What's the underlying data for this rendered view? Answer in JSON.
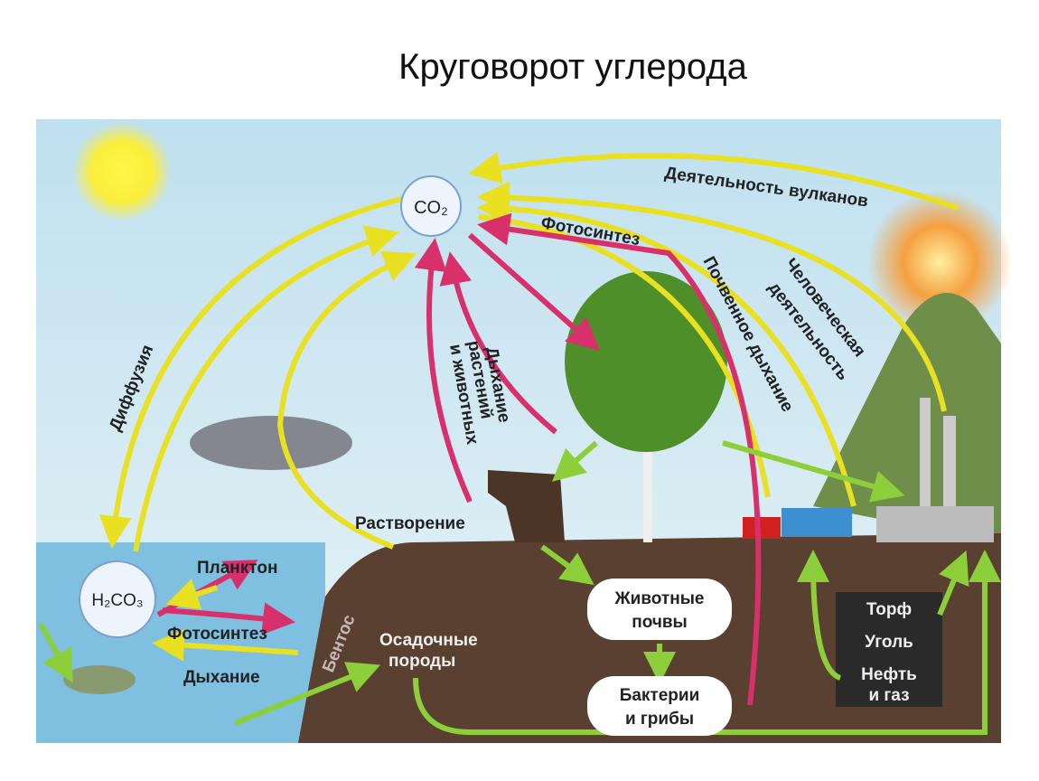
{
  "title": "Круговорот углерода",
  "nodes": {
    "co2": "CO₂",
    "h2co3": "H₂CO₃",
    "soil_animals": [
      "Животные",
      "почвы"
    ],
    "bacteria": [
      "Бактерии",
      "и грибы"
    ]
  },
  "labels": {
    "volcano": "Деятельность вулканов",
    "photosynthesis": "Фотосинтез",
    "soil_respiration": "Почвенное дыхание",
    "human": [
      "Человеческая",
      "деятельность"
    ],
    "diffusion": "Диффузия",
    "respiration": [
      "Дыхание",
      "растений",
      "и животных"
    ],
    "dissolution": "Растворение",
    "plankton": "Планктон",
    "water_photosynthesis": "Фотосинтез",
    "water_respiration": "Дыхание",
    "benthos": "Бентос",
    "sediments": [
      "Осадочные",
      "породы"
    ]
  },
  "fossil": [
    "Торф",
    "Уголь",
    "Нефть",
    "и газ"
  ],
  "colors": {
    "yellow_arrow": "#e8e020",
    "pink_arrow": "#d8306a",
    "green_arrow": "#8ccf3a"
  }
}
